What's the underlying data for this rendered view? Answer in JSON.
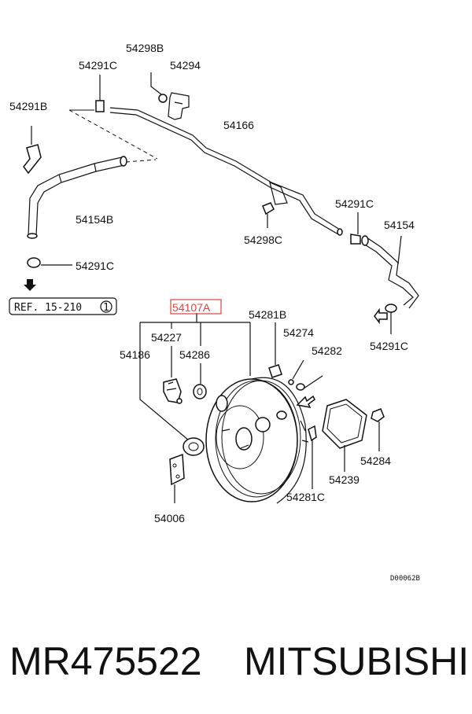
{
  "labels": {
    "p54298B": "54298B",
    "p54291C_top": "54291C",
    "p54294": "54294",
    "p54291B": "54291B",
    "p54166": "54166",
    "p54154B": "54154B",
    "p54298C": "54298C",
    "p54291C_mid": "54291C",
    "p54154": "54154",
    "p54291C_left": "54291C",
    "p54107A": "54107A",
    "p54281B": "54281B",
    "p54227": "54227",
    "p54274": "54274",
    "p54186": "54186",
    "p54286": "54286",
    "p54282": "54282",
    "p54291C_right": "54291C",
    "p54284": "54284",
    "p54239": "54239",
    "p54281C": "54281C",
    "p54006": "54006"
  },
  "ref_box": {
    "text": "REF. 15-210",
    "circled": "1"
  },
  "diagram_code": "D00062B",
  "footer": {
    "part_number": "MR475522",
    "brand": "MITSUBISHI"
  },
  "highlight_color": "#e04040"
}
